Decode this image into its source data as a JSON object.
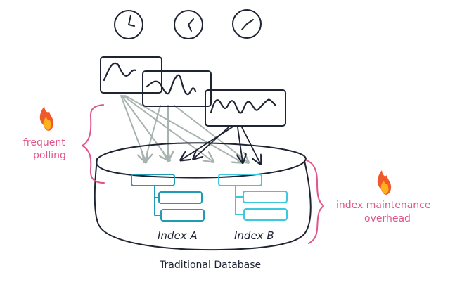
{
  "colors": {
    "ink": "#1f2433",
    "arrow_gray": "#a8b3b0",
    "index_a": "#1f9bb4",
    "index_b": "#3cc8df",
    "annotation": "#e0568b",
    "flame_outer": "#f05a2b",
    "flame_inner": "#ffb11b"
  },
  "icons": {
    "clock": "clock-icon",
    "flame": "flame-icon",
    "chart": "line-chart-card"
  },
  "labels": {
    "frequent_polling_line1": "frequent",
    "frequent_polling_line2": "polling",
    "index_maintenance_line1": "index maintenance",
    "index_maintenance_line2": "overhead",
    "index_a": "Index A",
    "index_b": "Index B",
    "database": "Traditional Database"
  }
}
